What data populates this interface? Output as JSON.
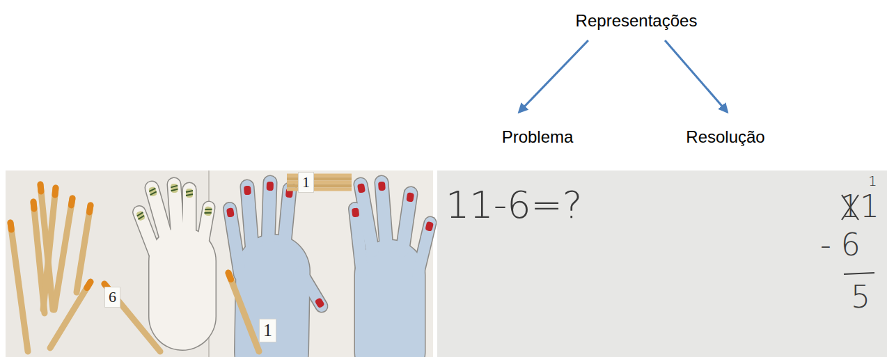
{
  "diagram": {
    "nodes": [
      {
        "text": [
          "Representações"
        ]
      },
      {
        "text": [
          "Problema"
        ]
      },
      {
        "text": [
          "Resolução"
        ]
      }
    ],
    "edges": [
      {
        "from": 0,
        "to": 1,
        "arrow": "to"
      },
      {
        "from": 0,
        "to": 2,
        "arrow": "to"
      }
    ],
    "labels": [
      "6",
      "1",
      "1",
      "11-6=?",
      "1",
      "11",
      "- 6",
      "5"
    ]
  }
}
